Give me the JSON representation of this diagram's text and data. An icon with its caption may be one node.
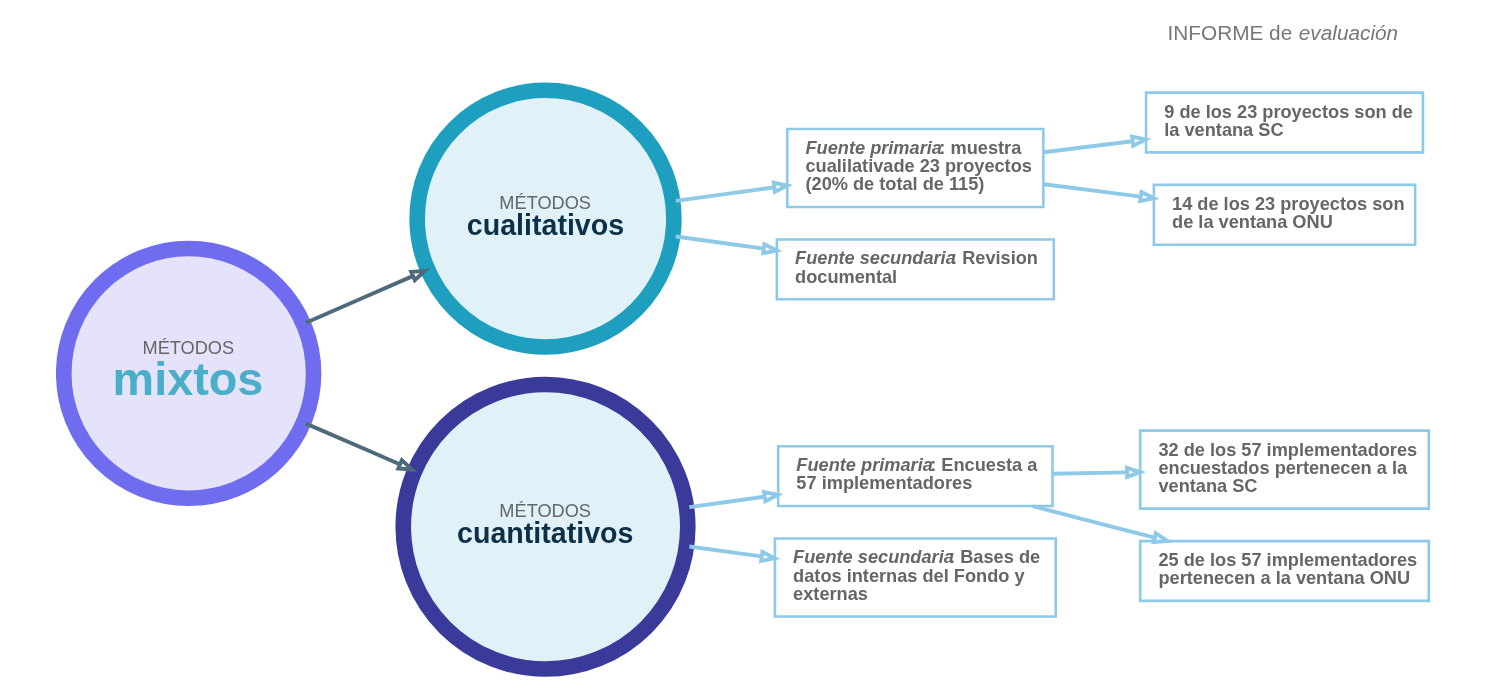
{
  "diagram": {
    "nodes": [
      {
        "text": [
          "MÉTODOS",
          "mixtos"
        ]
      },
      {
        "text": [
          "MÉTODOS",
          "cualitativos"
        ]
      },
      {
        "text": [
          "MÉTODOS",
          "cuantitativos"
        ]
      },
      {
        "text": [
          "*Fuente primaria*: muestra cualilativade 23 proyectos (20% de total de 115)"
        ]
      },
      {
        "text": [
          "*Fuente secundaria*: Revision documental"
        ]
      },
      {
        "text": [
          "*Fuente primaria*: Encuesta a 57 implementadores"
        ]
      },
      {
        "text": [
          "*Fuente secundaria*: Bases de datos internas del Fondo y externas"
        ]
      },
      {
        "text": [
          "9 de los 23 proyectos son de la ventana SC"
        ]
      },
      {
        "text": [
          "14 de los 23 proyectos son de la ventana ONU"
        ]
      },
      {
        "text": [
          "32 de los 57 implementadores encuestados pertenecen a la ventana SC"
        ]
      },
      {
        "text": [
          "25 de los 57 implementadores pertenecen a la ventana ONU"
        ]
      }
    ],
    "edges": [
      {
        "from": 0,
        "to": 1,
        "arrow": "to",
        "color": "#4d6b7a"
      },
      {
        "from": 0,
        "to": 2,
        "arrow": "to",
        "color": "#4d6b7a"
      },
      {
        "from": 1,
        "to": 3,
        "arrow": "to"
      },
      {
        "from": 1,
        "to": 4,
        "arrow": "to"
      },
      {
        "from": 2,
        "to": 5,
        "arrow": "to"
      },
      {
        "from": 2,
        "to": 6,
        "arrow": "to"
      },
      {
        "from": 3,
        "to": 7,
        "arrow": "to"
      },
      {
        "from": 3,
        "to": 8,
        "arrow": "to"
      },
      {
        "from": 5,
        "to": 9,
        "arrow": "to"
      },
      {
        "from": 5,
        "to": 10,
        "arrow": "to"
      }
    ],
    "labels": [
      "INFORME de *evaluación*"
    ]
  }
}
